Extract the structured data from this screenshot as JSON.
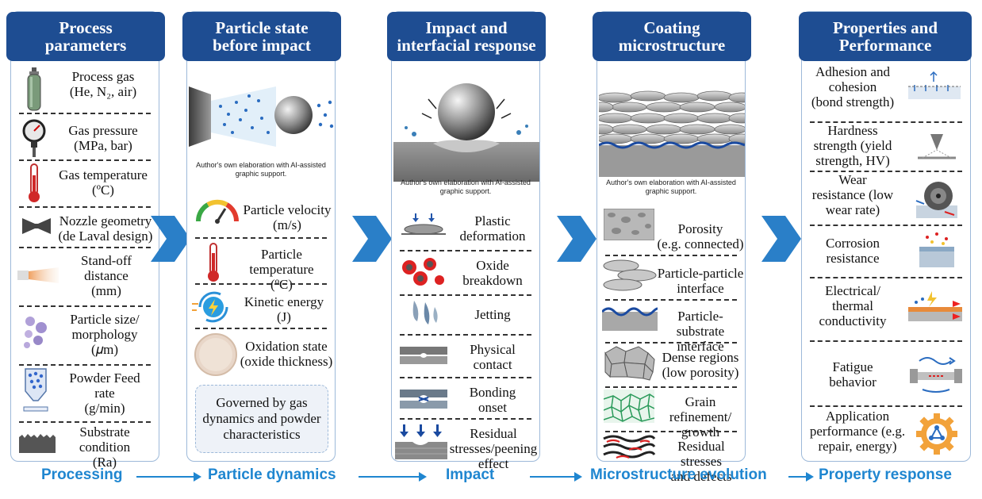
{
  "columns": [
    {
      "title": "Process\nparameters",
      "items": [
        {
          "label": "Process gas\n(He, N₂, air)",
          "icon": "gas-cylinder-icon"
        },
        {
          "label": "Gas pressure\n(MPa, bar)",
          "icon": "pressure-gauge-icon"
        },
        {
          "label": "Gas temperature\n(ºC)",
          "icon": "thermometer-icon"
        },
        {
          "label": "Nozzle geometry\n(de Laval design)",
          "icon": "nozzle-icon"
        },
        {
          "label": "Stand-off\ndistance\n(mm)",
          "icon": "spray-jet-icon"
        },
        {
          "label": "Particle size/\nmorphology\n(𝜇m)",
          "icon": "particles-icon"
        },
        {
          "label": "Powder Feed\nrate\n(g/min)",
          "icon": "powder-feeder-icon"
        },
        {
          "label": "Substrate\ncondition\n(Ra)",
          "icon": "rough-substrate-icon"
        }
      ]
    },
    {
      "title": "Particle state\nbefore impact",
      "caption": "Author's own elaboration with AI-assisted graphic support.",
      "items": [
        {
          "label": "Particle velocity\n(m/s)",
          "icon": "speedometer-icon"
        },
        {
          "label": "Particle temperature\n(ºC)",
          "icon": "thermometer-icon"
        },
        {
          "label": "Kinetic energy\n(J)",
          "icon": "energy-bolt-icon"
        },
        {
          "label": "Oxidation state\n(oxide thickness)",
          "icon": "oxide-sphere-icon"
        }
      ],
      "note": "Governed by gas\ndynamics and powder\ncharacteristics"
    },
    {
      "title": "Impact and\ninterfacial response",
      "caption": "Author's own elaboration with AI-assisted graphic\nsupport.",
      "items": [
        {
          "label": "Plastic\ndeformation",
          "icon": "deformation-icon"
        },
        {
          "label": "Oxide\nbreakdown",
          "icon": "oxide-breakdown-icon"
        },
        {
          "label": "Jetting",
          "icon": "jetting-icon"
        },
        {
          "label": "Physical\ncontact",
          "icon": "contact-icon"
        },
        {
          "label": "Bonding\nonset",
          "icon": "bonding-icon"
        },
        {
          "label": "Residual\nstresses/peening\neffect",
          "icon": "peening-icon"
        }
      ]
    },
    {
      "title": "Coating\nmicrostructure",
      "caption": "Author's own elaboration with AI-assisted graphic\nsupport.",
      "items": [
        {
          "label": "Porosity\n(e.g. connected)",
          "icon": "porosity-icon"
        },
        {
          "label": "Particle-particle\ninterface",
          "icon": "particle-interface-icon"
        },
        {
          "label": "Particle-substrate\ninterface",
          "icon": "substrate-interface-icon"
        },
        {
          "label": "Dense regions\n(low porosity)",
          "icon": "dense-region-icon"
        },
        {
          "label": "Grain refinement/\ngrowth",
          "icon": "grain-icon"
        },
        {
          "label": "Residual stresses\nand defects",
          "icon": "defects-icon"
        }
      ]
    },
    {
      "title": "Properties and\nPerformance",
      "items": [
        {
          "label": "Adhesion and\ncohesion\n(bond strength)",
          "icon": "adhesion-test-icon"
        },
        {
          "label": "Hardness\nstrength (yield\nstrength, HV)",
          "icon": "indenter-icon"
        },
        {
          "label": "Wear\nresistance (low\nwear rate)",
          "icon": "wear-disc-icon"
        },
        {
          "label": "Corrosion\nresistance",
          "icon": "corrosion-icon"
        },
        {
          "label": "Electrical/\nthermal\nconductivity",
          "icon": "conductivity-icon"
        },
        {
          "label": "Fatigue\nbehavior",
          "icon": "fatigue-icon"
        },
        {
          "label": "Application\nperformance (e.g.\nrepair, energy)",
          "icon": "gear-network-icon"
        }
      ]
    }
  ],
  "flow": [
    "Processing",
    "Particle dynamics",
    "Impact",
    "Microstructure evolution",
    "Property response"
  ],
  "colors": {
    "header": "#1e4d92",
    "border": "#9db9d9",
    "chevron": "#2a7fc8",
    "flow": "#1f86d0"
  }
}
